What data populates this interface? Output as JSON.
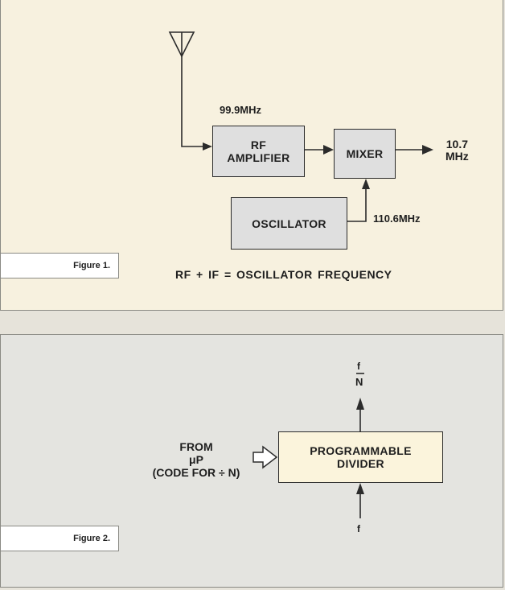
{
  "figure1": {
    "caption": "Figure 1.",
    "rf_freq": "99.9MHz",
    "rf_amplifier_line1": "RF",
    "rf_amplifier_line2": "AMPLIFIER",
    "mixer": "MIXER",
    "output_line1": "10.7",
    "output_line2": "MHz",
    "oscillator": "OSCILLATOR",
    "osc_freq": "110.6MHz",
    "equation": "RF + IF = OSCILLATOR FREQUENCY"
  },
  "figure2": {
    "caption": "Figure 2.",
    "output_num": "f",
    "output_den": "N",
    "divider_line1": "PROGRAMMABLE",
    "divider_line2": "DIVIDER",
    "from_line1": "FROM",
    "from_line2": "μP",
    "from_line3": "(CODE FOR ÷ N)",
    "input": "f"
  }
}
